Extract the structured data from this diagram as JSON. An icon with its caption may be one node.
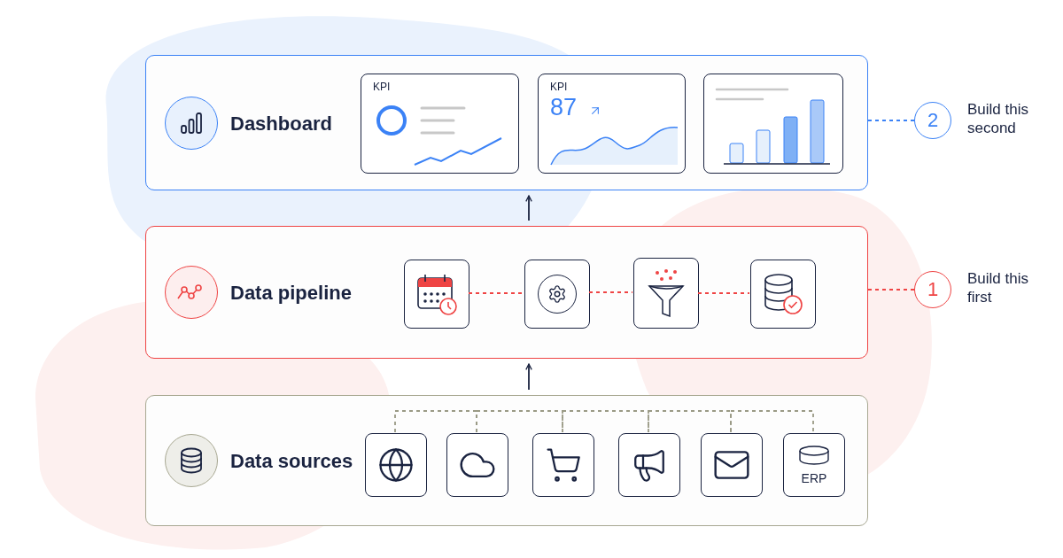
{
  "diagram": {
    "nodes": [
      {
        "text": [
          "Dashboard"
        ]
      },
      {
        "text": [
          "KPI"
        ],
        "in": 0
      },
      {
        "text": [
          "KPI",
          "87"
        ],
        "in": 0
      },
      {
        "text": [],
        "shape": "box",
        "in": 0
      },
      {
        "text": [
          "Data pipeline"
        ]
      },
      {
        "text": [],
        "shape": "box",
        "in": 4
      },
      {
        "text": [],
        "shape": "box",
        "in": 4
      },
      {
        "text": [],
        "shape": "box",
        "in": 4
      },
      {
        "text": [],
        "shape": "box",
        "in": 4
      },
      {
        "text": [
          "Data sources"
        ]
      },
      {
        "text": [],
        "shape": "box",
        "in": 9
      },
      {
        "text": [],
        "shape": "box",
        "in": 9
      },
      {
        "text": [],
        "shape": "box",
        "in": 9
      },
      {
        "text": [],
        "shape": "box",
        "in": 9
      },
      {
        "text": [],
        "shape": "box",
        "in": 9
      },
      {
        "text": [
          "ERP"
        ],
        "in": 9
      },
      {
        "text": [
          "2"
        ],
        "beside": [
          "Build this second"
        ]
      },
      {
        "text": [
          "1"
        ],
        "beside": [
          "Build this first"
        ]
      }
    ],
    "edges": [
      {
        "from": 4,
        "to": 0,
        "arrow": "to",
        "color": "#1a2340"
      },
      {
        "from": 9,
        "to": 4,
        "arrow": "to",
        "color": "#1a2340"
      },
      {
        "from": 5,
        "to": 6,
        "arrow": "none",
        "style": "dashed",
        "color": "#ef4444"
      },
      {
        "from": 6,
        "to": 7,
        "arrow": "none",
        "style": "dashed",
        "color": "#ef4444"
      },
      {
        "from": 7,
        "to": 8,
        "arrow": "none",
        "style": "dashed",
        "color": "#ef4444"
      },
      {
        "from": 0,
        "to": 16,
        "arrow": "none",
        "style": "dashed",
        "color": "#3b82f6"
      },
      {
        "from": 4,
        "to": 17,
        "arrow": "none",
        "style": "dashed",
        "color": "#ef4444"
      },
      {
        "from": 10,
        "to": 11,
        "arrow": "none",
        "style": "dashed",
        "color": "#9a9a85"
      },
      {
        "from": 11,
        "to": 12,
        "arrow": "none",
        "style": "dashed",
        "color": "#9a9a85"
      },
      {
        "from": 12,
        "to": 13,
        "arrow": "none",
        "style": "dashed",
        "color": "#9a9a85"
      },
      {
        "from": 13,
        "to": 14,
        "arrow": "none",
        "style": "dashed",
        "color": "#9a9a85"
      },
      {
        "from": 14,
        "to": 15,
        "arrow": "none",
        "style": "dashed",
        "color": "#9a9a85"
      }
    ]
  }
}
